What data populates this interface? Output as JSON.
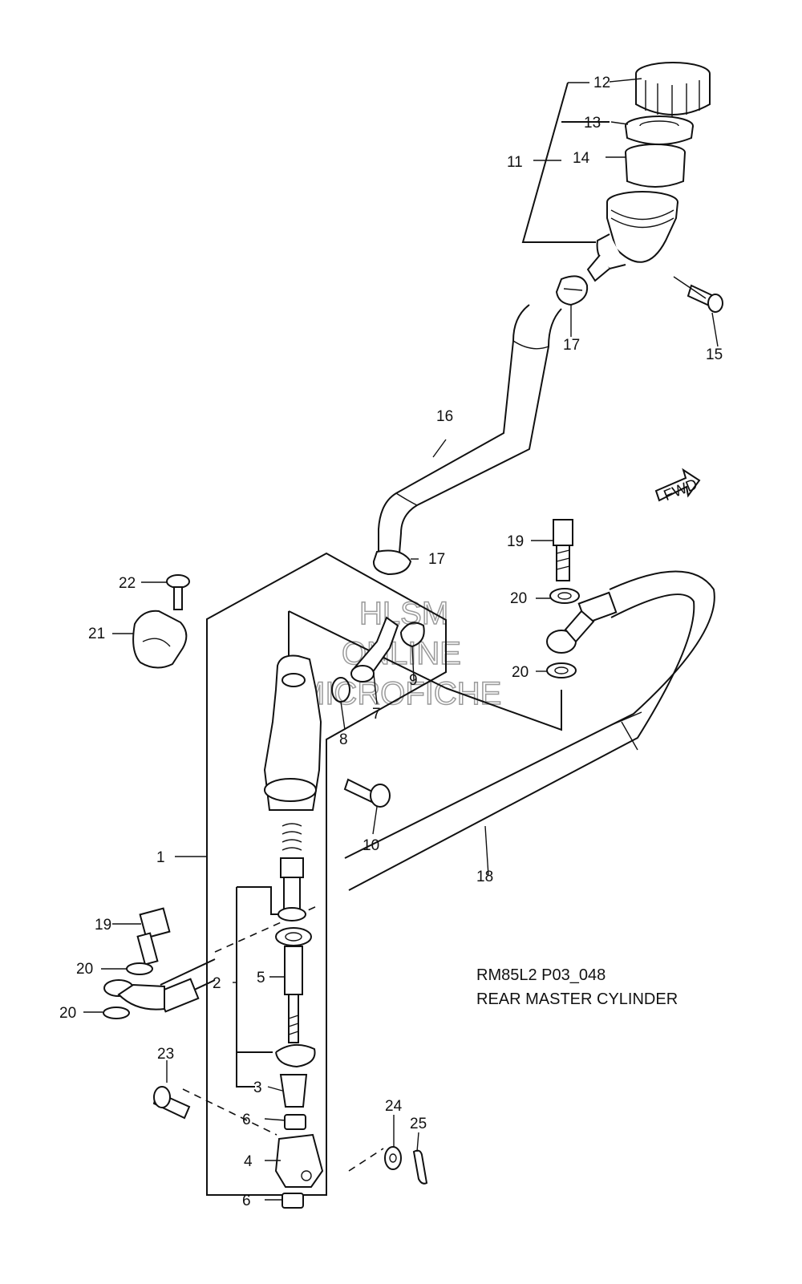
{
  "diagram": {
    "model_code": "RM85L2 P03_048",
    "title": "REAR MASTER CYLINDER",
    "fwd_marker": "FWD",
    "watermark": [
      "HLSM",
      "ONLINE",
      "MICROFICHE"
    ]
  },
  "callouts": [
    {
      "id": "c1",
      "text": "1"
    },
    {
      "id": "c2",
      "text": "2"
    },
    {
      "id": "c3",
      "text": "3"
    },
    {
      "id": "c4",
      "text": "4"
    },
    {
      "id": "c5",
      "text": "5"
    },
    {
      "id": "c6a",
      "text": "6"
    },
    {
      "id": "c6b",
      "text": "6"
    },
    {
      "id": "c7",
      "text": "7"
    },
    {
      "id": "c8",
      "text": "8"
    },
    {
      "id": "c9",
      "text": "9"
    },
    {
      "id": "c10",
      "text": "10"
    },
    {
      "id": "c11",
      "text": "11"
    },
    {
      "id": "c12",
      "text": "12"
    },
    {
      "id": "c13",
      "text": "13"
    },
    {
      "id": "c14",
      "text": "14"
    },
    {
      "id": "c15",
      "text": "15"
    },
    {
      "id": "c16",
      "text": "16"
    },
    {
      "id": "c17a",
      "text": "17"
    },
    {
      "id": "c17b",
      "text": "17"
    },
    {
      "id": "c18",
      "text": "18"
    },
    {
      "id": "c19a",
      "text": "19"
    },
    {
      "id": "c19b",
      "text": "19"
    },
    {
      "id": "c20a",
      "text": "20"
    },
    {
      "id": "c20b",
      "text": "20"
    },
    {
      "id": "c20c",
      "text": "20"
    },
    {
      "id": "c20d",
      "text": "20"
    },
    {
      "id": "c21",
      "text": "21"
    },
    {
      "id": "c22",
      "text": "22"
    },
    {
      "id": "c23",
      "text": "23"
    },
    {
      "id": "c24",
      "text": "24"
    },
    {
      "id": "c25",
      "text": "25"
    }
  ]
}
